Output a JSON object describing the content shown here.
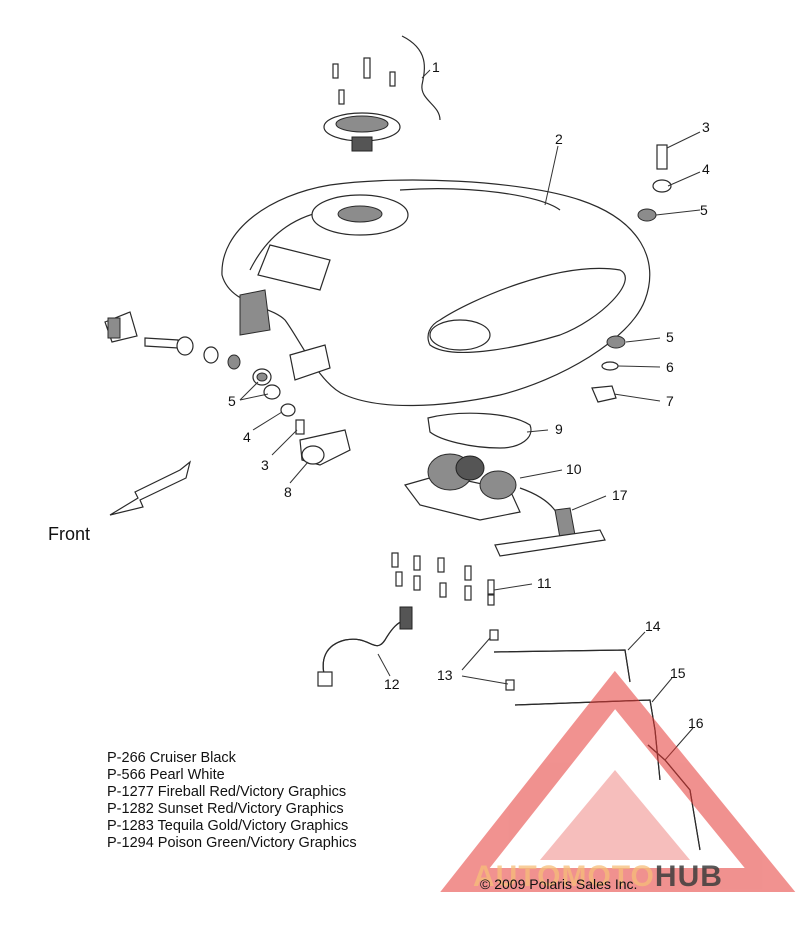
{
  "callouts": [
    "1",
    "2",
    "3",
    "4",
    "5",
    "5",
    "6",
    "7",
    "5",
    "4",
    "3",
    "8",
    "9",
    "10",
    "17",
    "11",
    "12",
    "13",
    "14",
    "15",
    "16"
  ],
  "front_label": "Front",
  "legend": [
    "P-266  Cruiser Black",
    "P-566  Pearl White",
    "P-1277 Fireball Red/Victory Graphics",
    "P-1282 Sunset Red/Victory Graphics",
    "P-1283 Tequila Gold/Victory Graphics",
    "P-1294 Poison Green/Victory Graphics"
  ],
  "copyright": "© 2009 Polaris Sales Inc.",
  "watermark": {
    "part1": "AUTOMOTO",
    "part2": "HUB",
    "color": "#e53935"
  }
}
